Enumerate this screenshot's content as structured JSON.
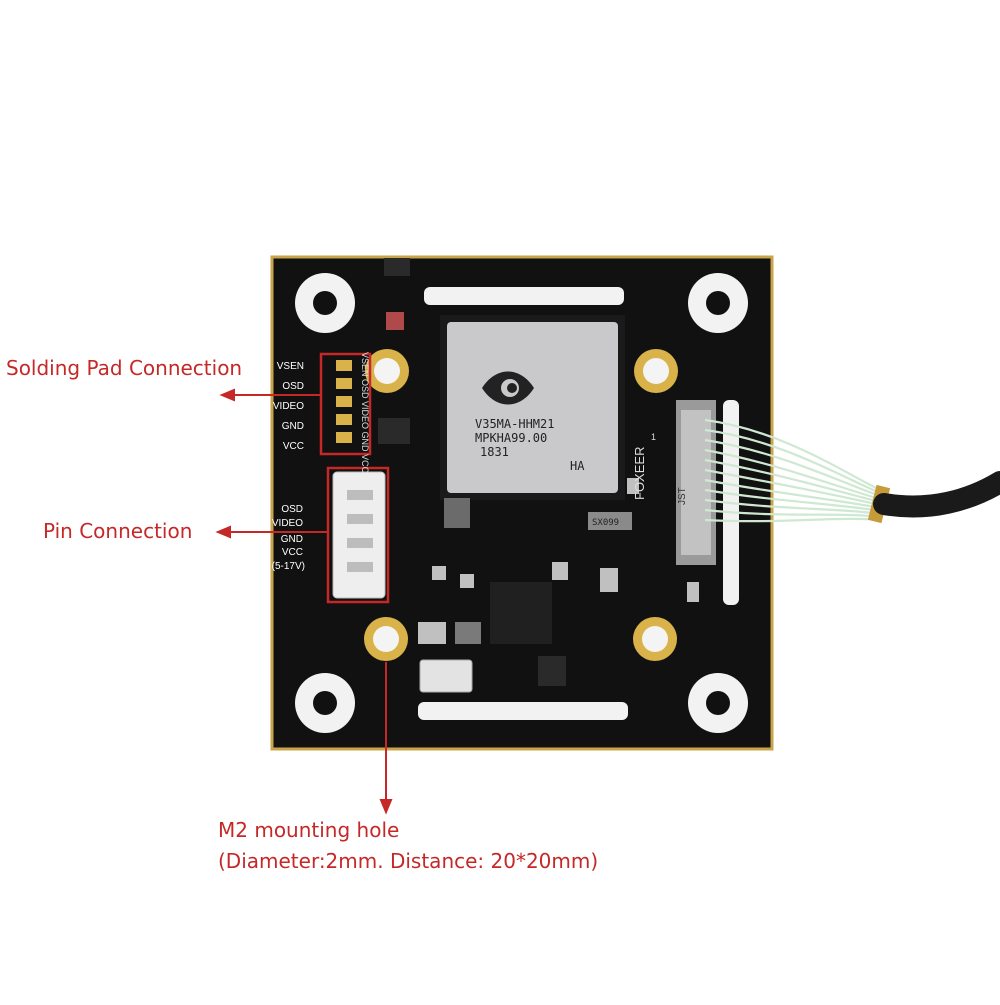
{
  "callouts": {
    "solder_pads": "Solding Pad Connection",
    "pin_connection": "Pin Connection",
    "mount_hole_title": "M2 mounting hole",
    "mount_hole_detail": "(Diameter:2mm. Distance: 20*20mm)"
  },
  "board": {
    "pad_labels": [
      "VSEN",
      "OSD",
      "VIDEO",
      "GND",
      "VCC"
    ],
    "pin_labels": [
      "OSD",
      "VIDEO",
      "GND",
      "VCC",
      "(5-17V)"
    ],
    "vertical_silk": "VSEN OSD VIDEO GND VCC",
    "chip_line1": "V35MA-HHM21",
    "chip_line2": "MPKHA99.00",
    "chip_line3": "1831",
    "chip_suffix": "HA",
    "brand": "FOXEER",
    "jst_mark": "JST",
    "crystal_mark": "SX099",
    "pin_one": "1"
  },
  "colors": {
    "accent": "#c62828",
    "pcb": "#111111",
    "gold": "#d9b24a",
    "chip": "#c9c9cc"
  }
}
